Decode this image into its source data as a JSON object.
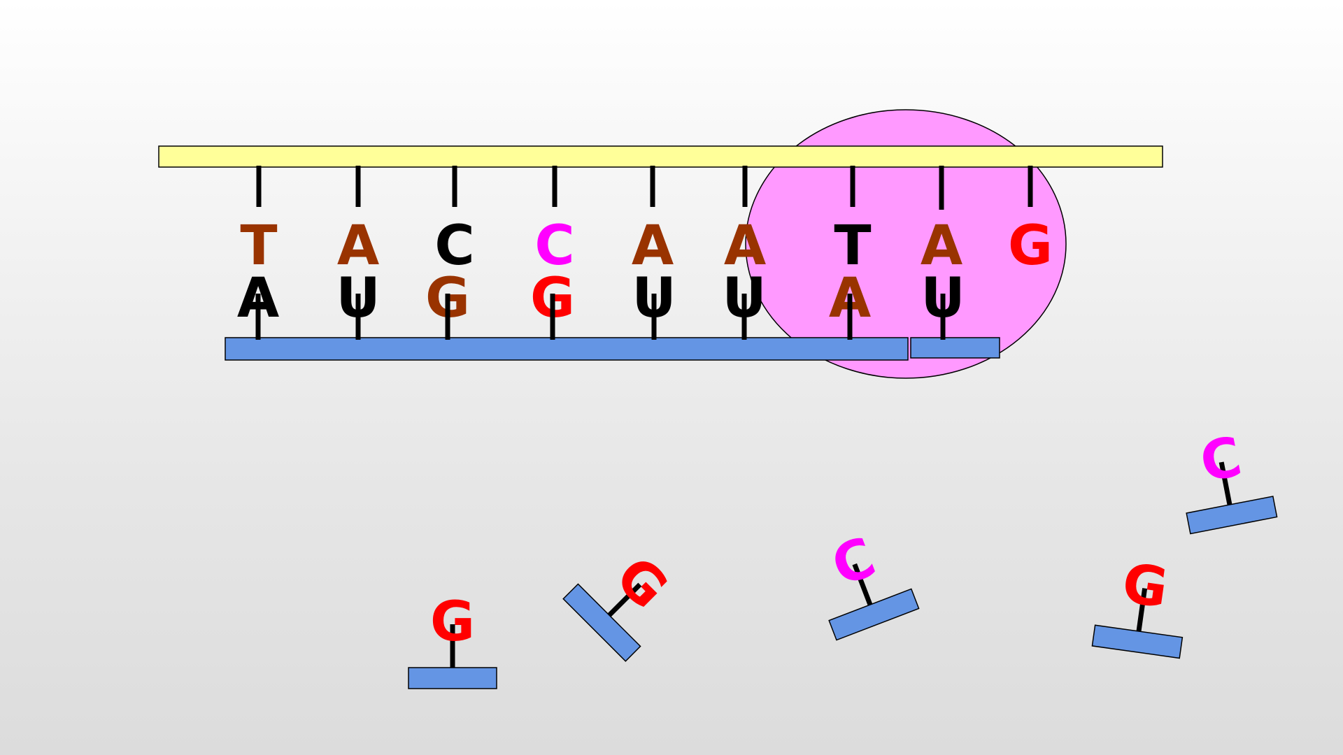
{
  "colors": {
    "dna_strand_fill": "#ffff99",
    "mrna_backbone_fill": "#6495e4",
    "ribosome_fill": "#ff99ff",
    "stick": "#000000",
    "base_color_map": {
      "brown": "#993300",
      "black": "#000000",
      "magenta": "#ff00ff",
      "red": "#ff0000"
    }
  },
  "template_strand": {
    "bases": [
      {
        "letter": "T",
        "color": "brown"
      },
      {
        "letter": "A",
        "color": "brown"
      },
      {
        "letter": "C",
        "color": "black"
      },
      {
        "letter": "C",
        "color": "magenta"
      },
      {
        "letter": "A",
        "color": "brown"
      },
      {
        "letter": "A",
        "color": "brown"
      },
      {
        "letter": "T",
        "color": "black"
      },
      {
        "letter": "A",
        "color": "brown"
      },
      {
        "letter": "G",
        "color": "red"
      }
    ]
  },
  "rna_strand": {
    "bases": [
      {
        "letter": "A",
        "color": "black"
      },
      {
        "letter": "U",
        "color": "black"
      },
      {
        "letter": "G",
        "color": "brown"
      },
      {
        "letter": "G",
        "color": "red"
      },
      {
        "letter": "U",
        "color": "black"
      },
      {
        "letter": "U",
        "color": "black"
      },
      {
        "letter": "A",
        "color": "brown"
      },
      {
        "letter": "U",
        "color": "black"
      }
    ]
  },
  "free_nucleotides": [
    {
      "letter": "G",
      "color": "red"
    },
    {
      "letter": "G",
      "color": "red"
    },
    {
      "letter": "C",
      "color": "magenta"
    },
    {
      "letter": "G",
      "color": "red"
    },
    {
      "letter": "C",
      "color": "magenta"
    }
  ]
}
